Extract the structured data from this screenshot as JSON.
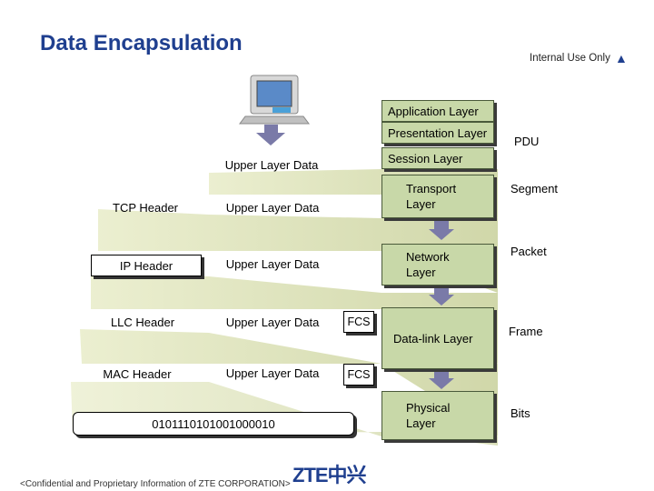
{
  "header": {
    "title": "Data Encapsulation",
    "internal_label": "Internal Use Only"
  },
  "layers": {
    "application": "Application Layer",
    "presentation": "Presentation Layer",
    "session": "Session Layer",
    "transport_1": "Transport",
    "transport_2": "Layer",
    "network_1": "Network",
    "network_2": "Layer",
    "datalink": "Data-link Layer",
    "physical_1": "Physical",
    "physical_2": "Layer"
  },
  "pdu": {
    "heading": "PDU",
    "segment": "Segment",
    "packet": "Packet",
    "frame": "Frame",
    "bits": "Bits"
  },
  "encapsulation": {
    "upper_data": "Upper Layer Data",
    "tcp_header": "TCP Header",
    "ip_header": "IP Header",
    "llc_header": "LLC Header",
    "mac_header": "MAC Header",
    "fcs": "FCS",
    "bits": "0101110101001000010"
  },
  "footer": {
    "text": "<Confidential and Proprietary Information of ZTE CORPORATION>",
    "logo": "ZTE中兴"
  },
  "colors": {
    "title": "#1f3f8f",
    "layer_fill": "#c8d8a8",
    "funnel": "#d8e0b0",
    "arrow": "#7a7aa8"
  }
}
